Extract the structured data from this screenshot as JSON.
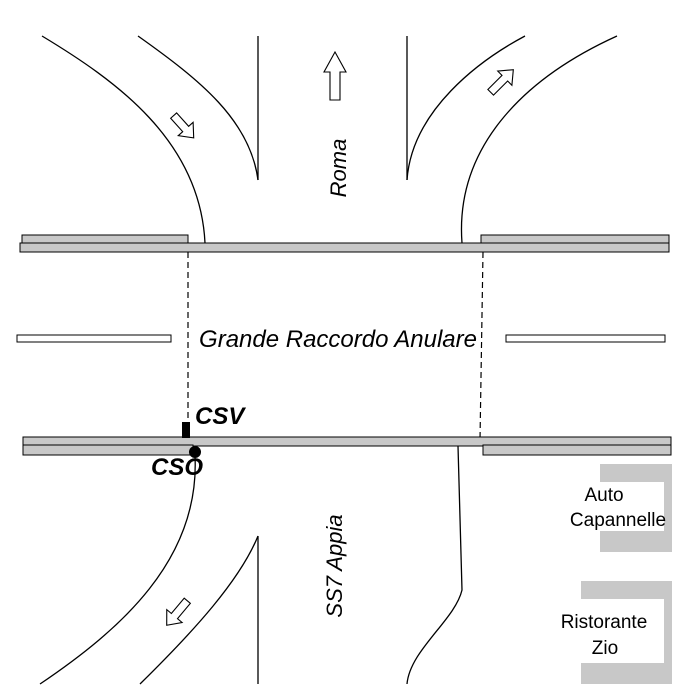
{
  "labels": {
    "north_road": "Roma",
    "ring_road": "Grande Raccordo Anulare",
    "south_road": "SS7 Appia",
    "csv": "CSV",
    "cso": "CSO",
    "building1_line1": "Auto",
    "building1_line2": "Capannelle",
    "building2_line1": "Ristorante",
    "building2_line2": "Zio"
  },
  "icons": [
    "direction-arrow",
    "sensor-marker",
    "sensor-dot"
  ],
  "colors": {
    "road_fill": "#c8c8c8",
    "line": "#000000",
    "background": "#ffffff"
  }
}
